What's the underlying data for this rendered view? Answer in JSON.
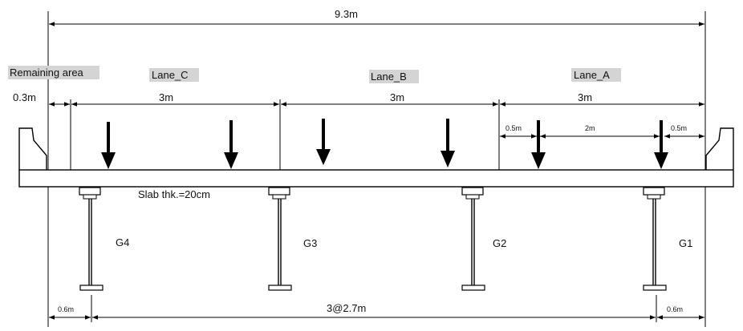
{
  "dims": {
    "overall": "9.3m",
    "left_remaining": "0.3m",
    "lane_c": "3m",
    "lane_b": "3m",
    "lane_a": "3m",
    "wheel_edge_left": "0.5m",
    "wheel_spacing": "2m",
    "wheel_edge_right": "0.5m",
    "girder_overhang_left": "0.6m",
    "girder_spacing": "3@2.7m",
    "girder_overhang_right": "0.6m"
  },
  "labels": {
    "remaining_area": "Remaining area",
    "lane_c": "Lane_C",
    "lane_b": "Lane_B",
    "lane_a": "Lane_A",
    "slab": "Slab thk.=20cm"
  },
  "girders": [
    "G4",
    "G3",
    "G2",
    "G1"
  ],
  "colors": {
    "line": "#000000",
    "lane_label_bg": "#d4d4d4",
    "background": "#ffffff"
  }
}
